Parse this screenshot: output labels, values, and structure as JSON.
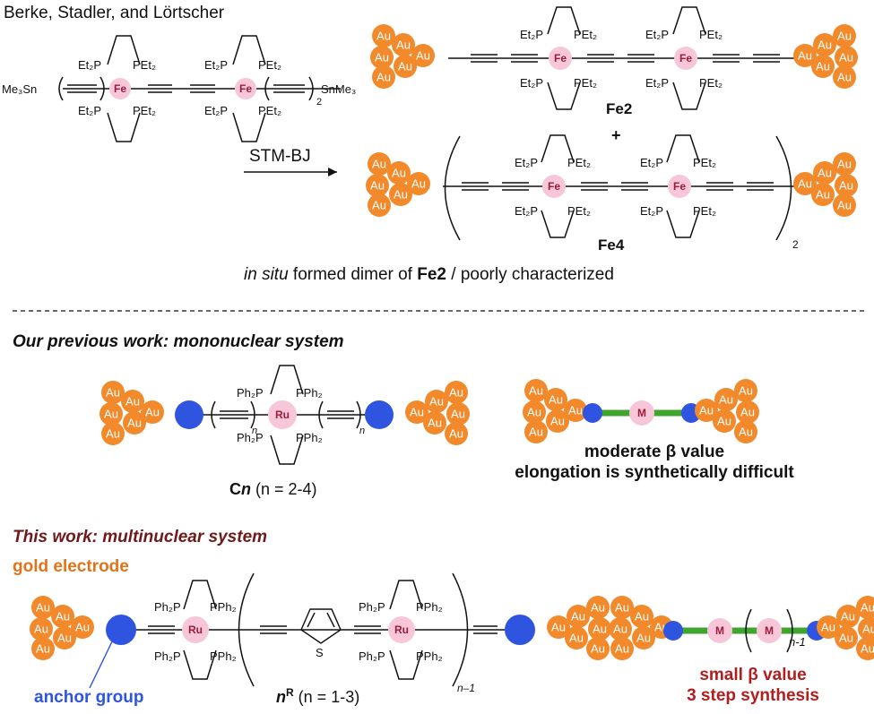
{
  "au_label": "Au",
  "colors": {
    "gold": "#f28a2c",
    "anchor": "#2f54e0",
    "metal_bg": "#f7c6d9",
    "fe_text": "#9b1d3a",
    "wire": "#3fa52f",
    "dark_red": "#6e1a1a",
    "red": "#b21e1e"
  },
  "top": {
    "authors": "Berke, Stadler, and Lörtscher",
    "left": {
      "sn_left": "Me₃Sn",
      "sn_right": "SnMe₃",
      "sub2": "2",
      "fe": "Fe",
      "et2p": "Et₂P",
      "pet2": "PEt₂"
    },
    "arrow_label": "STM-BJ",
    "fe2": {
      "label": "Fe2",
      "fe": "Fe",
      "et2p": "Et₂P",
      "pet2": "PEt₂"
    },
    "plus": "+",
    "fe4": {
      "label": "Fe4",
      "fe": "Fe",
      "et2p": "Et₂P",
      "pet2": "PEt₂",
      "sub": "2"
    },
    "caption": {
      "italic": "in situ",
      "pre": " formed dimer of ",
      "bold": "Fe2",
      "post": " / poorly characterized"
    }
  },
  "previous": {
    "heading": "Our previous work: mononuclear system",
    "ru": "Ru",
    "ph2p": "Ph₂P",
    "pph2": "PPh₂",
    "n": "n",
    "compound": {
      "bold": "C",
      "bold_italic": "n",
      "rest": " (n = 2-4)"
    },
    "schematic": {
      "m": "M",
      "line1": "moderate β value",
      "line2": "elongation is synthetically difficult"
    }
  },
  "this_work": {
    "heading": "This work: multinuclear system",
    "gold_label": "gold electrode",
    "anchor_label": "anchor group",
    "ru": "Ru",
    "ph2p": "Ph₂P",
    "pph2": "PPh₂",
    "s": "S",
    "sub": "n–1",
    "compound": {
      "bold_italic": "n",
      "sup": "R",
      "rest": " (n = 1-3)"
    },
    "schematic": {
      "m": "M",
      "sub": "n-1",
      "line1": "small β value",
      "line2": "3 step synthesis"
    }
  }
}
